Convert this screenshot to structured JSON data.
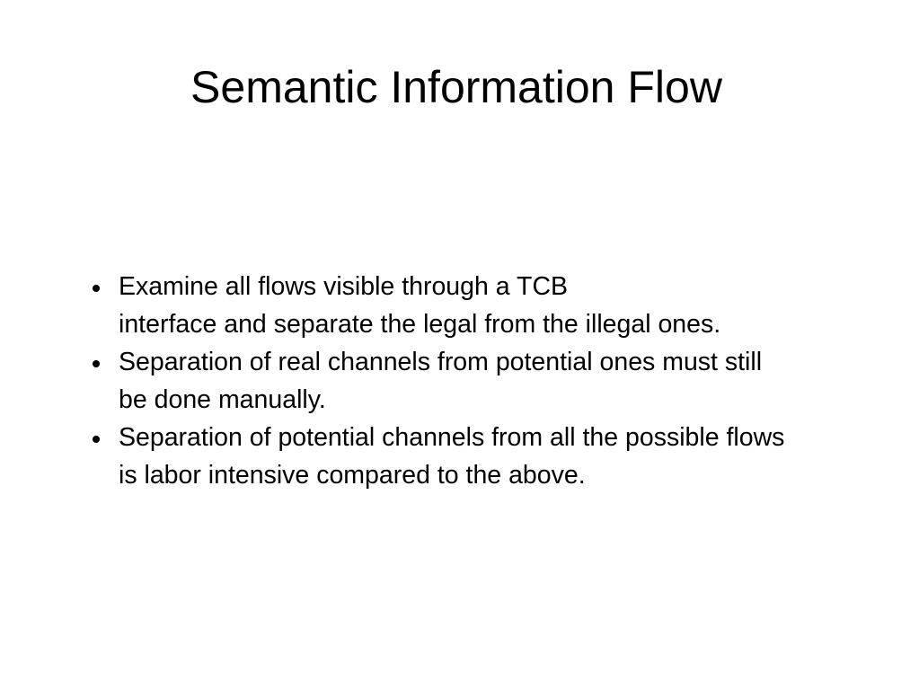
{
  "slide": {
    "title": "Semantic Information Flow",
    "bullets": [
      {
        "lines": [
          "Examine all flows visible through a TCB",
          "interface and separate the legal from the illegal ones."
        ]
      },
      {
        "lines": [
          "Separation of real channels from potential ones must still",
          "be done manually."
        ]
      },
      {
        "lines": [
          "Separation of potential channels from all the possible flows",
          "is labor intensive compared to the above."
        ]
      }
    ]
  }
}
